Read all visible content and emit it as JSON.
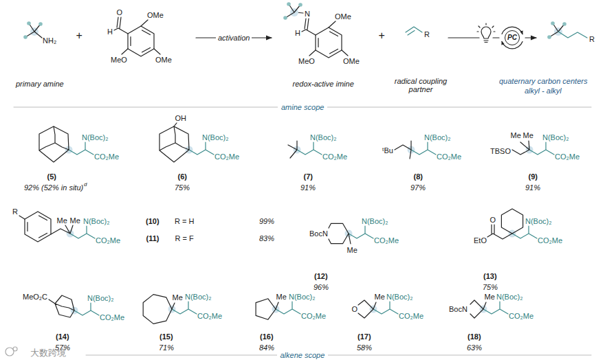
{
  "diagram": {
    "nodes": [
      {
        "text": [
          "PC"
        ]
      }
    ],
    "labels": [
      "NH₂",
      "primary amine",
      "+",
      "O",
      "H",
      "OMe",
      "MeO",
      "OMe",
      "activation",
      "N",
      "H",
      "OMe",
      "MeO",
      "OMe",
      "redox-active imine",
      "+",
      "R",
      "radical coupling partner",
      "R",
      "quaternary carbon centers",
      "alkyl - alkyl",
      "amine scope",
      "N(Boc)₂",
      "CO₂Me",
      "(5)",
      "92% (52% in situ)",
      "d",
      "OH",
      "N(Boc)₂",
      "CO₂Me",
      "(6)",
      "75%",
      "N(Boc)₂",
      "CO₂Me",
      "(7)",
      "91%",
      "ᵗBu",
      "N(Boc)₂",
      "CO₂Me",
      "(8)",
      "97%",
      "TBSO",
      "Me",
      "Me",
      "N(Boc)₂",
      "CO₂Me",
      "(9)",
      "91%",
      "R",
      "Me",
      "Me",
      "N(Boc)₂",
      "CO₂Me",
      "(10)",
      "R = H",
      "99%",
      "(11)",
      "R = F",
      "83%",
      "BocN",
      "Me",
      "N(Boc)₂",
      "CO₂Me",
      "(12)",
      "96%",
      "O",
      "EtO",
      "N(Boc)₂",
      "CO₂Me",
      "(13)",
      "75%",
      "MeO₂C",
      "N(Boc)₂",
      "CO₂Me",
      "(14)",
      "57%",
      "Me",
      "N(Boc)₂",
      "CO₂Me",
      "(15)",
      "71%",
      "Me",
      "N(Boc)₂",
      "CO₂Me",
      "(16)",
      "84%",
      "O",
      "Me",
      "N(Boc)₂",
      "CO₂Me",
      "(17)",
      "58%",
      "BocN",
      "Me",
      "N(Boc)₂",
      "CO₂Me",
      "(18)",
      "63%",
      "alkene scope",
      "大数跨境"
    ]
  }
}
